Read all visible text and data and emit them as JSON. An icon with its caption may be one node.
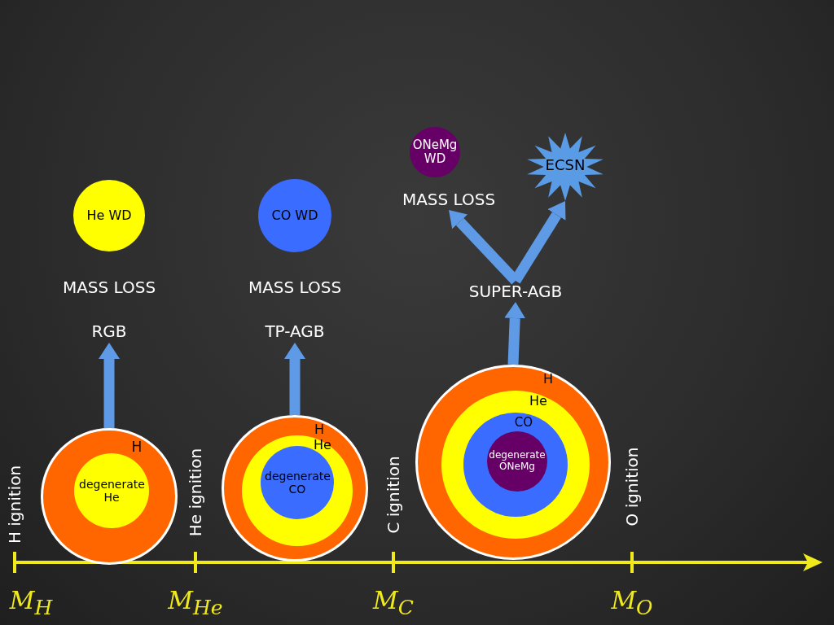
{
  "diagram": {
    "nodes": [
      {
        "text": [
          "H"
        ]
      },
      {
        "text": [
          "degenerate He"
        ],
        "in": 0
      },
      {
        "text": [
          "H"
        ]
      },
      {
        "text": [
          "He"
        ],
        "in": 2
      },
      {
        "text": [
          "degenerate CO"
        ],
        "in": 3
      },
      {
        "text": [
          "H"
        ]
      },
      {
        "text": [
          "He"
        ],
        "in": 5
      },
      {
        "text": [
          "CO"
        ],
        "in": 6
      },
      {
        "text": [
          "degenerate ONeMg"
        ],
        "in": 7
      },
      {
        "text": [
          "RGB"
        ]
      },
      {
        "text": [
          "TP-AGB"
        ]
      },
      {
        "text": [
          "SUPER-AGB"
        ]
      },
      {
        "text": [
          "He WD"
        ]
      },
      {
        "text": [
          "CO WD"
        ]
      },
      {
        "text": [
          "ONeMg WD"
        ]
      },
      {
        "text": [
          "ECSN"
        ]
      },
      {
        "text": [
          "MASS LOSS"
        ]
      }
    ],
    "edges": [
      {
        "from": 0,
        "to": 9,
        "arrow": "to"
      },
      {
        "from": 2,
        "to": 10,
        "arrow": "to"
      },
      {
        "from": 5,
        "to": 11,
        "arrow": "to"
      },
      {
        "from": 11,
        "to": 16,
        "arrow": "to"
      },
      {
        "from": 11,
        "to": 15,
        "arrow": "to"
      }
    ],
    "labels": [
      "MASS LOSS",
      "MASS LOSS",
      "H ignition",
      "He ignition",
      "C ignition",
      "O ignition",
      "M$_{H}$",
      "M$_{He}$",
      "M$_{C}$",
      "M$_{O}$"
    ]
  }
}
